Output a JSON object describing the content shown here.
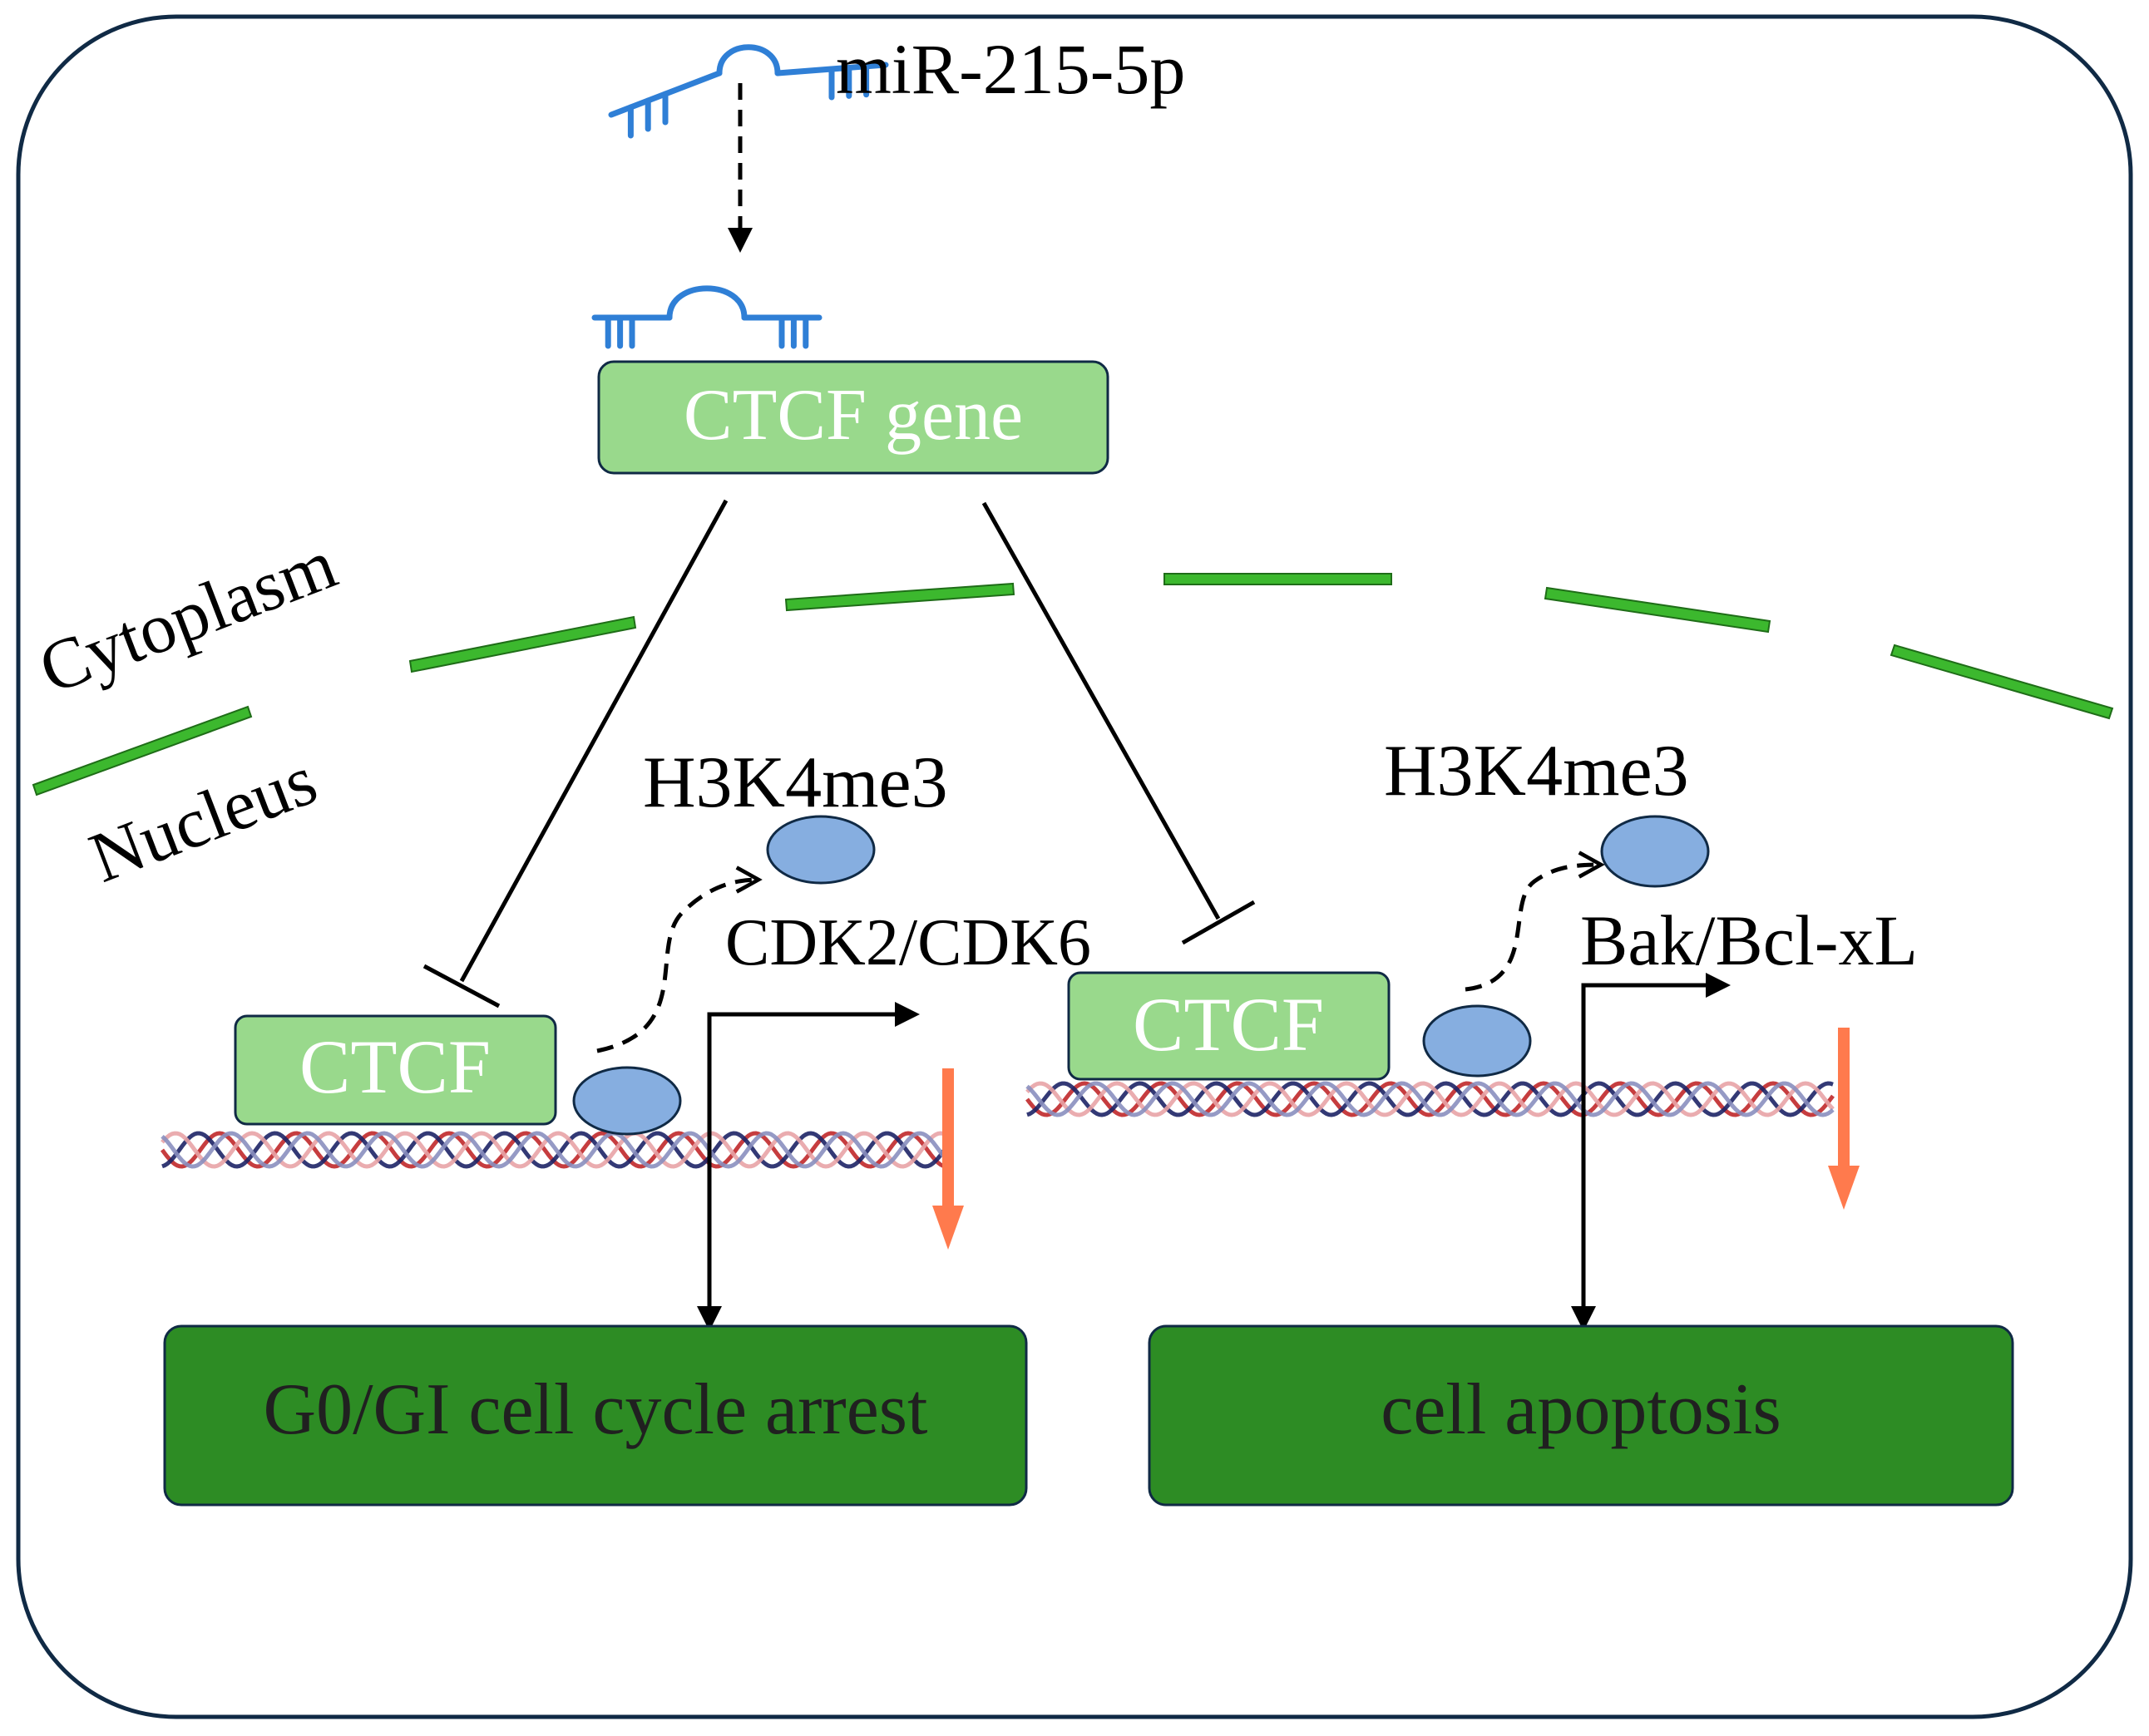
{
  "mirna": {
    "label": "miR-215-5p"
  },
  "regions": {
    "cytoplasm": "Cytoplasm",
    "nucleus": "Nucleus"
  },
  "gene_box": {
    "label": "CTCF gene"
  },
  "left": {
    "protein": "CTCF",
    "histone_mark": "H3K4me3",
    "targets": "CDK2/CDK6",
    "outcome": "G0/GI cell cycle arrest"
  },
  "right": {
    "protein": "CTCF",
    "histone_mark": "H3K4me3",
    "targets": "Bak/Bcl-xL",
    "outcome": "cell apoptosis"
  },
  "colors": {
    "frame": "#102a45",
    "light_green": "#99d98c",
    "dark_green": "#2d8c24",
    "membrane": "#3cb82e",
    "mirna_blue": "#2f7fd6",
    "histone_blue": "#86aee0",
    "down_arrow": "#ff7a4d",
    "dna_red": "#c0282a",
    "dna_navy": "#1d2366"
  }
}
